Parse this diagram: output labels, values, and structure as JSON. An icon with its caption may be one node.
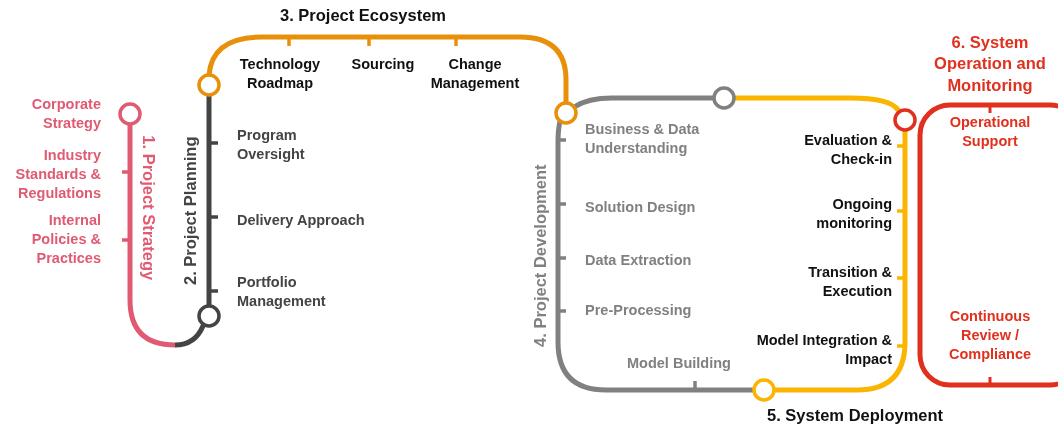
{
  "diagram": {
    "nodes": [
      {
        "text": [],
        "shape": "circle"
      },
      {
        "text": [],
        "shape": "circle"
      },
      {
        "text": [],
        "shape": "circle"
      },
      {
        "text": [],
        "shape": "circle"
      },
      {
        "text": [],
        "shape": "circle"
      },
      {
        "text": [],
        "shape": "circle"
      },
      {
        "text": [],
        "shape": "circle"
      },
      {
        "text": [
          "6. System Operation and Monitoring",
          "Operational Support",
          "Continuous Review / Compliance"
        ]
      }
    ],
    "edges": [
      {
        "from": 0,
        "to": 1,
        "arrow": "none",
        "color": "#e05a72"
      },
      {
        "from": 1,
        "to": 2,
        "arrow": "none",
        "color": "#444444"
      },
      {
        "from": 2,
        "to": 3,
        "arrow": "none",
        "color": "#e8900a"
      },
      {
        "from": 3,
        "to": 4,
        "arrow": "none",
        "color": "#808080"
      },
      {
        "from": 3,
        "to": 5,
        "arrow": "none",
        "color": "#808080"
      },
      {
        "from": 4,
        "to": 6,
        "arrow": "none",
        "color": "#fbb400"
      },
      {
        "from": 5,
        "to": 6,
        "arrow": "none",
        "color": "#fbb400"
      }
    ],
    "labels": [
      "3. Project Ecosystem",
      "Technology Roadmap",
      "Sourcing",
      "Change Management",
      "Corporate Strategy",
      "Industry Standards & Regulations",
      "Internal Policies & Practices",
      "1. Project Strategy",
      "2. Project Planning",
      "Program Oversight",
      "Delivery Approach",
      "Portfolio Management",
      "4. Project Development",
      "Business & Data Understanding",
      "Solution Design",
      "Data Extraction",
      "Pre-Processing",
      "Model Building",
      "Evaluation & Check-in",
      "Ongoing monitoring",
      "Transition & Execution",
      "Model Integration & Impact",
      "5. System Deployment"
    ]
  }
}
